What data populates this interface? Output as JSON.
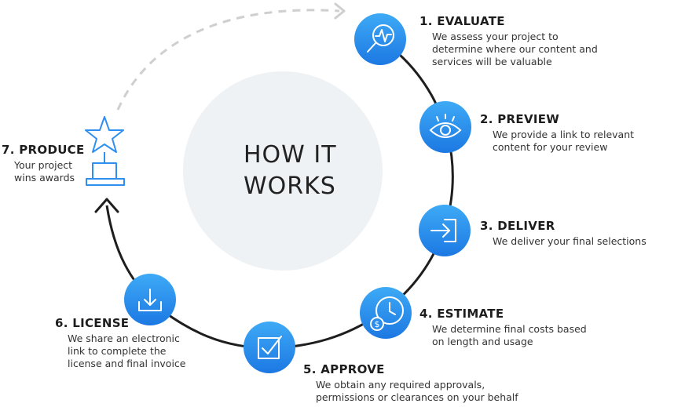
{
  "center": {
    "line1": "HOW IT",
    "line2": "WORKS"
  },
  "colors": {
    "node_top": "#3aa5f5",
    "node_bottom": "#1f7ee6",
    "ring": "#1e1e1e",
    "dashed": "#cfcfcf",
    "center_circle": "#eff2f4",
    "trophy": "#2f8ff0"
  },
  "steps": [
    {
      "title": "1. EVALUATE",
      "desc": "We assess your project to\ndetermine where our content and\nservices will be valuable",
      "icon": "magnifier-pulse-icon"
    },
    {
      "title": "2. PREVIEW",
      "desc": "We provide a link to relevant\ncontent for your review",
      "icon": "eye-icon"
    },
    {
      "title": "3. DELIVER",
      "desc": "We deliver your final selections",
      "icon": "enter-arrow-icon"
    },
    {
      "title": "4. ESTIMATE",
      "desc": "We determine final costs based\non length and usage",
      "icon": "clock-dollar-icon"
    },
    {
      "title": "5. APPROVE",
      "desc": "We obtain any required approvals,\npermissions or clearances on your behalf",
      "icon": "checkbox-icon"
    },
    {
      "title": "6. LICENSE",
      "desc": "We share an electronic\nlink to complete the\nlicense and final invoice",
      "icon": "download-icon"
    },
    {
      "title": "7. PRODUCE",
      "desc": "Your project\nwins awards",
      "icon": "trophy-star-icon"
    }
  ]
}
